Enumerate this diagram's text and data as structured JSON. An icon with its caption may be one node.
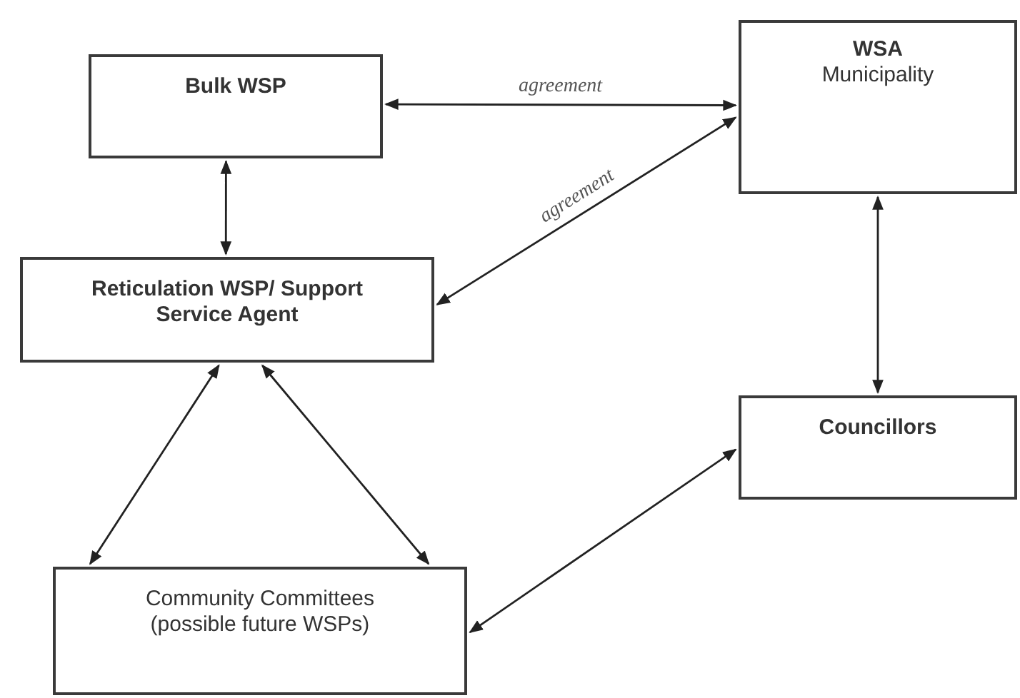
{
  "diagram": {
    "nodes": [
      {
        "text": [
          "Bulk WSP"
        ]
      },
      {
        "text": [
          "WSA",
          "Municipality"
        ]
      },
      {
        "text": [
          "Reticulation WSP/ Support Service Agent"
        ]
      },
      {
        "text": [
          "Councillors"
        ]
      },
      {
        "text": [
          "Community Committees (possible future WSPs)"
        ]
      }
    ],
    "edges": [
      {
        "from": 0,
        "to": 1,
        "arrow": "both",
        "label": "agreement"
      },
      {
        "from": 1,
        "to": 2,
        "arrow": "both",
        "label": "agreement"
      },
      {
        "from": 0,
        "to": 2,
        "arrow": "both"
      },
      {
        "from": 1,
        "to": 3,
        "arrow": "both"
      },
      {
        "from": 2,
        "to": 4,
        "arrow": "both"
      },
      {
        "from": 2,
        "to": 4,
        "arrow": "both"
      },
      {
        "from": 3,
        "to": 4,
        "arrow": "both"
      }
    ]
  }
}
